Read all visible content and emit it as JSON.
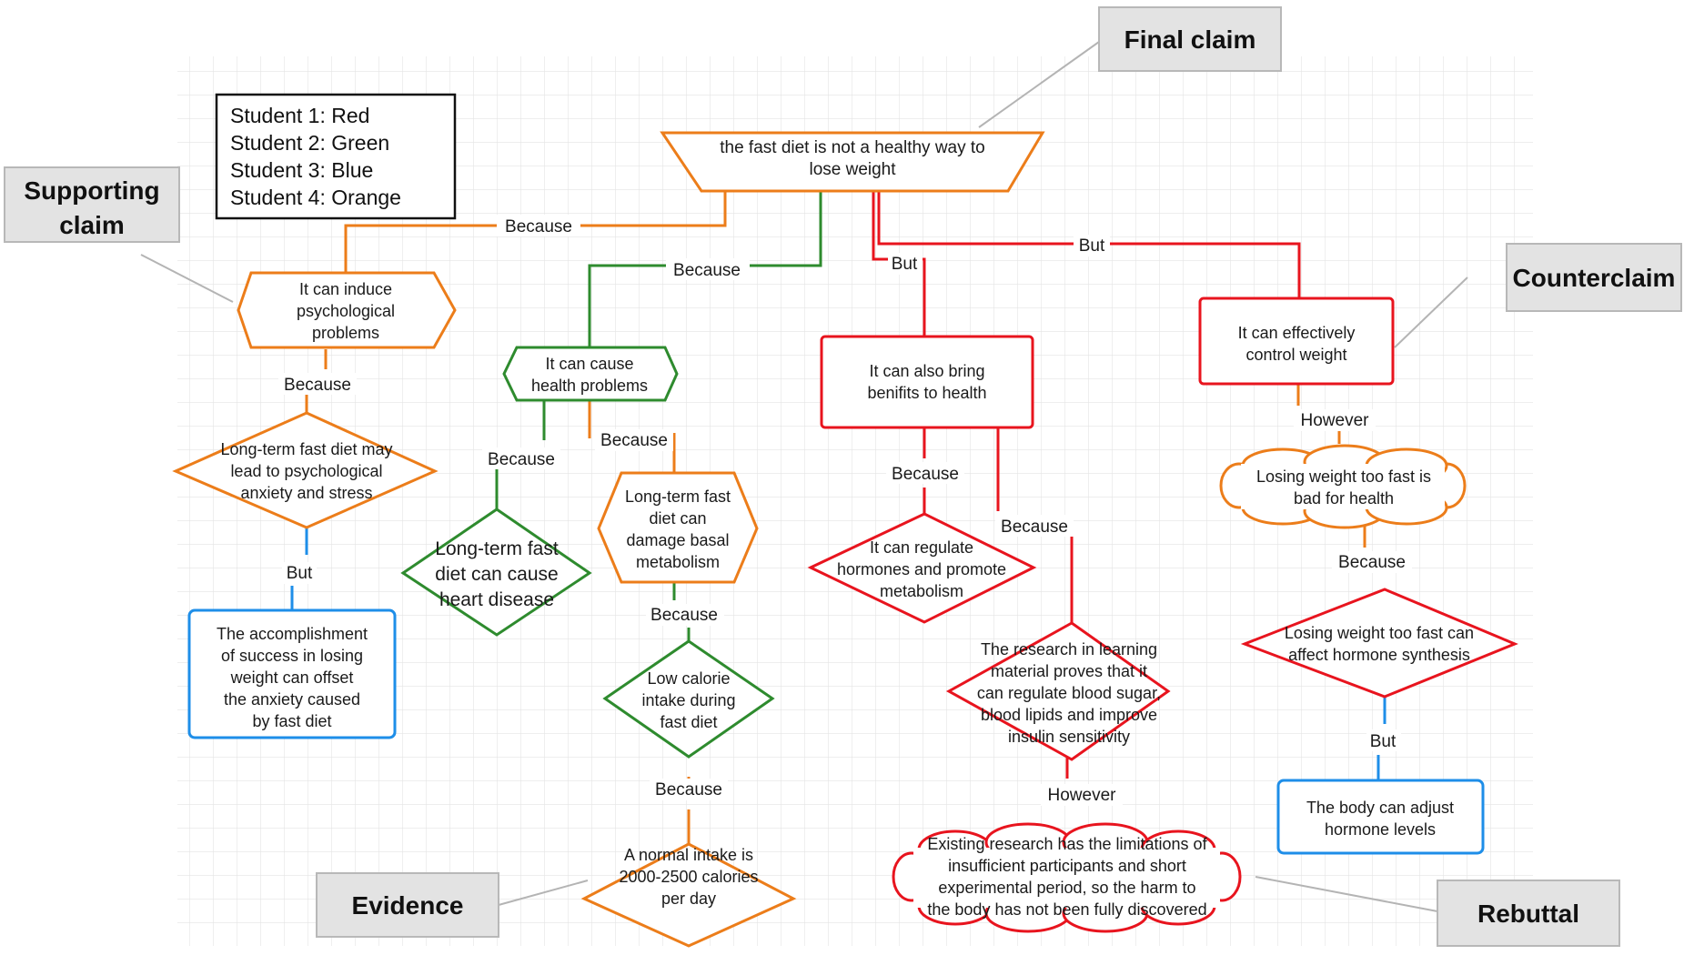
{
  "legend": {
    "lines": [
      "Student 1:   Red",
      "Student 2:   Green",
      "Student 3:   Blue",
      "Student 4:   Orange"
    ]
  },
  "colors": {
    "red": "#e8141e",
    "green": "#2e8b2e",
    "blue": "#1e8ee8",
    "orange": "#ec7d1a",
    "grid": "#e4e4e4",
    "callout_fill": "#e3e3e3",
    "callout_border": "#b8b8b8"
  },
  "callouts": {
    "final_claim": "Final claim",
    "supporting_claim": [
      "Supporting",
      "claim"
    ],
    "counterclaim": "Counterclaim",
    "evidence": "Evidence",
    "rebuttal": "Rebuttal"
  },
  "nodes": {
    "final_claim": [
      "the fast diet is not a healthy way to",
      "lose weight"
    ],
    "psych_problems": [
      "It can induce",
      "psychological",
      "problems"
    ],
    "psych_anxiety": [
      "Long-term fast diet may",
      "lead to psychological",
      "anxiety and stress"
    ],
    "offset_anxiety": [
      "The accomplishment",
      "of success in losing",
      "weight  can offset",
      "the anxiety caused",
      "by fast diet"
    ],
    "health_problems": [
      "It can cause",
      "health problems"
    ],
    "heart_disease": [
      "Long-term fast",
      "diet can cause",
      "heart disease"
    ],
    "basal_metabolism": [
      "Long-term fast",
      "diet can",
      "damage basal",
      "metabolism"
    ],
    "low_calorie": [
      "Low calorie",
      "intake during",
      "fast diet"
    ],
    "normal_intake": [
      "A normal intake is",
      "2000-2500 calories",
      "per day"
    ],
    "benefits": [
      "It can also bring",
      "benifits to health"
    ],
    "regulate_hormones": [
      "It can regulate",
      "hormones and promote",
      "metabolism"
    ],
    "research_proves": [
      "The research in learning",
      "material proves that it",
      "can regulate blood sugar,",
      "blood lipids and improve",
      "insulin sensitivity"
    ],
    "research_limits": [
      "Existing research has the limitations of",
      "insufficient participants and short",
      "experimental period, so the harm to",
      "the body has not been fully discovered"
    ],
    "control_weight": [
      "It can effectively",
      "control weight"
    ],
    "too_fast_bad": [
      "Losing weight too fast is",
      "bad for health"
    ],
    "hormone_synthesis": [
      "Losing weight too fast can",
      "affect hormone synthesis"
    ],
    "body_adjust": [
      "The body can adjust",
      "hormone levels"
    ]
  },
  "edges": {
    "because_orange_top": "Because",
    "because_green_top": "Because",
    "but_red_a": "But",
    "but_red_b": "But",
    "because_psych": "Because",
    "but_blue_left": "But",
    "because_heart": "Because",
    "because_basal": "Because",
    "because_lowcal": "Because",
    "because_normal": "Because",
    "because_hormones": "Because",
    "because_research": "Because",
    "however_research": "However",
    "however_control": "However",
    "because_synthesis": "Because",
    "but_blue_right": "But"
  }
}
